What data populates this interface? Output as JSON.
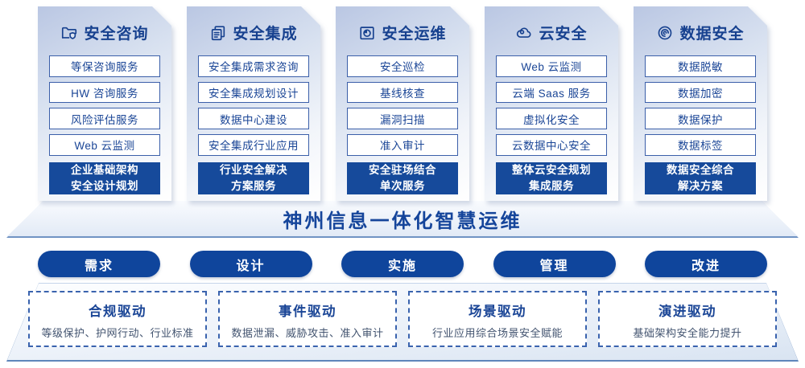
{
  "columns": [
    {
      "title": "安全咨询",
      "icon": "folder-shield-icon",
      "items": [
        "等保咨询服务",
        "HW 咨询服务",
        "风险评估服务",
        "Web 云监测"
      ],
      "highlight": [
        "企业基础架构",
        "安全设计规划"
      ]
    },
    {
      "title": "安全集成",
      "icon": "documents-icon",
      "items": [
        "安全集成需求咨询",
        "安全集成规划设计",
        "数据中心建设",
        "安全集成行业应用"
      ],
      "highlight": [
        "行业安全解决",
        "方案服务"
      ]
    },
    {
      "title": "安全运维",
      "icon": "folder-chart-icon",
      "items": [
        "安全巡检",
        "基线核查",
        "漏洞扫描",
        "准入审计"
      ],
      "highlight": [
        "安全驻场结合",
        "单次服务"
      ]
    },
    {
      "title": "云安全",
      "icon": "cloud-icon",
      "items": [
        "Web 云监测",
        "云端 Saas 服务",
        "虚拟化安全",
        "云数据中心安全"
      ],
      "highlight": [
        "整体云安全规划",
        "集成服务"
      ]
    },
    {
      "title": "数据安全",
      "icon": "fingerprint-icon",
      "items": [
        "数据脱敏",
        "数据加密",
        "数据保护",
        "数据标签"
      ],
      "highlight": [
        "数据安全综合",
        "解决方案"
      ]
    }
  ],
  "banner": {
    "title": "神州信息一体化智慧运维"
  },
  "pills": [
    "需求",
    "设计",
    "实施",
    "管理",
    "改进"
  ],
  "drivers": [
    {
      "title": "合规驱动",
      "desc": "等级保护、护网行动、行业标准"
    },
    {
      "title": "事件驱动",
      "desc": "数据泄漏、威胁攻击、准入审计"
    },
    {
      "title": "场景驱动",
      "desc": "行业应用综合场景安全赋能"
    },
    {
      "title": "演进驱动",
      "desc": "基础架构安全能力提升"
    }
  ],
  "colors": {
    "primary_blue": "#17418f",
    "solid_box_blue": "#164a9b",
    "pill_blue": "#0f459c",
    "box_border_blue": "#3b5fa9",
    "dashed_border_blue": "#3a63ae",
    "desc_gray_blue": "#42536f",
    "card_gradient_top": "#bac7e3",
    "base_gradient_bottom": "#d9e4f2"
  }
}
